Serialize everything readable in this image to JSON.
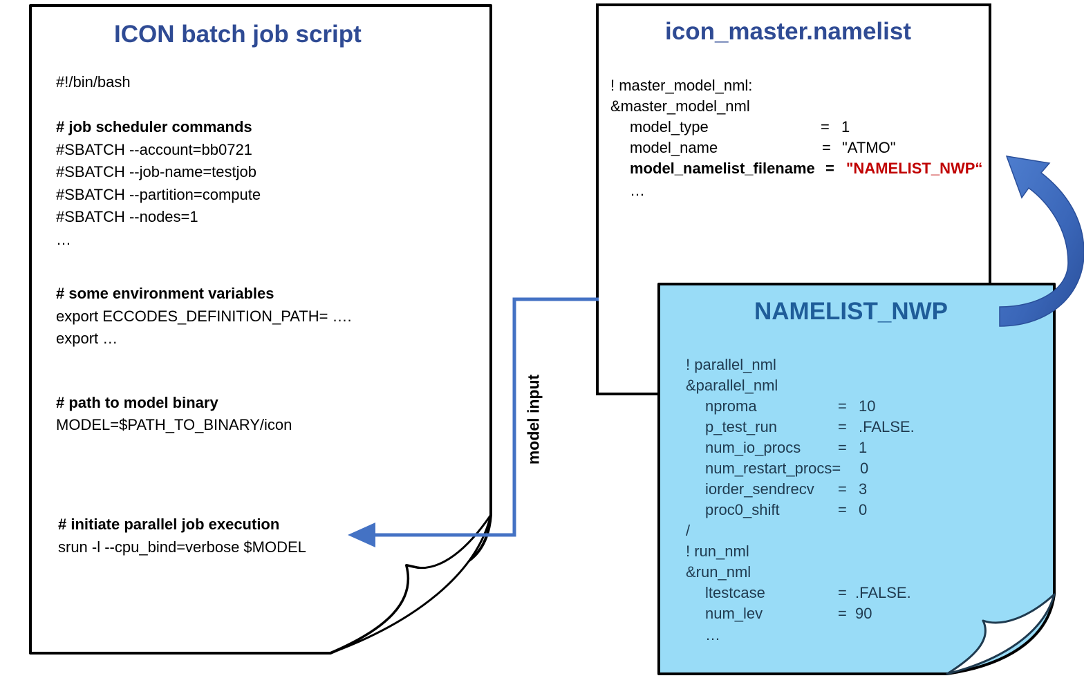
{
  "colors": {
    "page_border": "#000000",
    "page_fill": "#ffffff",
    "title_blue": "#2f4b94",
    "arrow_blue": "#4472c4",
    "nwp_fill": "#99dcf7",
    "nwp_title": "#1f5d99",
    "highlight_red": "#c00000"
  },
  "batch_script": {
    "title": "ICON batch job script",
    "shebang": "#!/bin/bash",
    "scheduler_heading": "# job scheduler commands",
    "scheduler_lines": [
      "#SBATCH --account=bb0721",
      "#SBATCH --job-name=testjob",
      "#SBATCH --partition=compute",
      "#SBATCH --nodes=1",
      "…"
    ],
    "env_heading": "# some environment variables",
    "env_lines": [
      "export ECCODES_DEFINITION_PATH= ….",
      "export …"
    ],
    "binary_heading": "# path to model binary",
    "binary_line": "MODEL=$PATH_TO_BINARY/icon",
    "exec_heading": "# initiate parallel job execution",
    "exec_line": "srun -l --cpu_bind=verbose $MODEL"
  },
  "master_namelist": {
    "title": "icon_master.namelist",
    "comment": "! master_model_nml:",
    "group": "&master_model_nml",
    "entries": [
      {
        "key": "model_type",
        "eq": "=",
        "value": "1"
      },
      {
        "key": "model_name",
        "eq": "=",
        "value": "\"ATMO\""
      },
      {
        "key": "model_namelist_filename",
        "eq": "=",
        "value": "\"NAMELIST_NWP“"
      }
    ],
    "ellipsis": "…"
  },
  "nwp_namelist": {
    "title": "NAMELIST_NWP",
    "parallel_comment": "! parallel_nml",
    "parallel_group": "&parallel_nml",
    "parallel_entries": [
      {
        "key": "nproma",
        "eq": "=",
        "value": "10"
      },
      {
        "key": "p_test_run",
        "eq": "=",
        "value": ".FALSE."
      },
      {
        "key": "num_io_procs",
        "eq": "=",
        "value": "1"
      },
      {
        "key": "num_restart_procs=",
        "eq": "",
        "value": "0"
      },
      {
        "key": "iorder_sendrecv",
        "eq": "=",
        "value": "3"
      },
      {
        "key": "proc0_shift",
        "eq": "=",
        "value": "0"
      }
    ],
    "group_end": "/",
    "run_comment": "! run_nml",
    "run_group": "&run_nml",
    "run_entries": [
      {
        "key": "ltestcase",
        "eq": "=",
        "value": ".FALSE."
      },
      {
        "key": "num_lev",
        "eq": "=",
        "value": "90"
      }
    ],
    "ellipsis": "…"
  },
  "connector": {
    "label": "model input"
  }
}
